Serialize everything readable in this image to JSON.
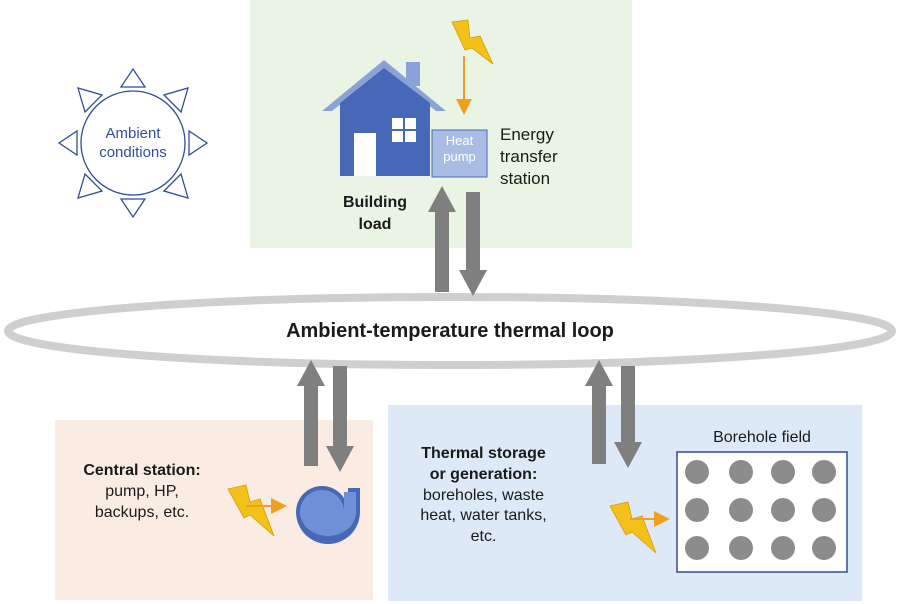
{
  "sun": {
    "label_line1": "Ambient",
    "label_line2": "conditions"
  },
  "building": {
    "load_line1": "Building",
    "load_line2": "load",
    "heat_pump_line1": "Heat",
    "heat_pump_line2": "pump",
    "ets_line1": "Energy",
    "ets_line2": "transfer",
    "ets_line3": "station"
  },
  "loop": {
    "label": "Ambient-temperature thermal loop"
  },
  "central": {
    "title": "Central station:",
    "line1": "pump, HP,",
    "line2": "backups, etc."
  },
  "storage": {
    "title_line1": "Thermal storage",
    "title_line2": "or generation:",
    "line1": "boreholes, waste",
    "line2": "heat, water tanks,",
    "line3": "etc.",
    "borehole_label": "Borehole field"
  },
  "colors": {
    "building_panel": "#eaf4e4",
    "central_panel": "#fbece3",
    "storage_panel": "#dde9f6",
    "house": "#4668b7",
    "arrow": "#7f7f7f",
    "bolt": "#f2c21a",
    "borehole": "#8c8c8c",
    "sun": "#2f4e9b"
  }
}
